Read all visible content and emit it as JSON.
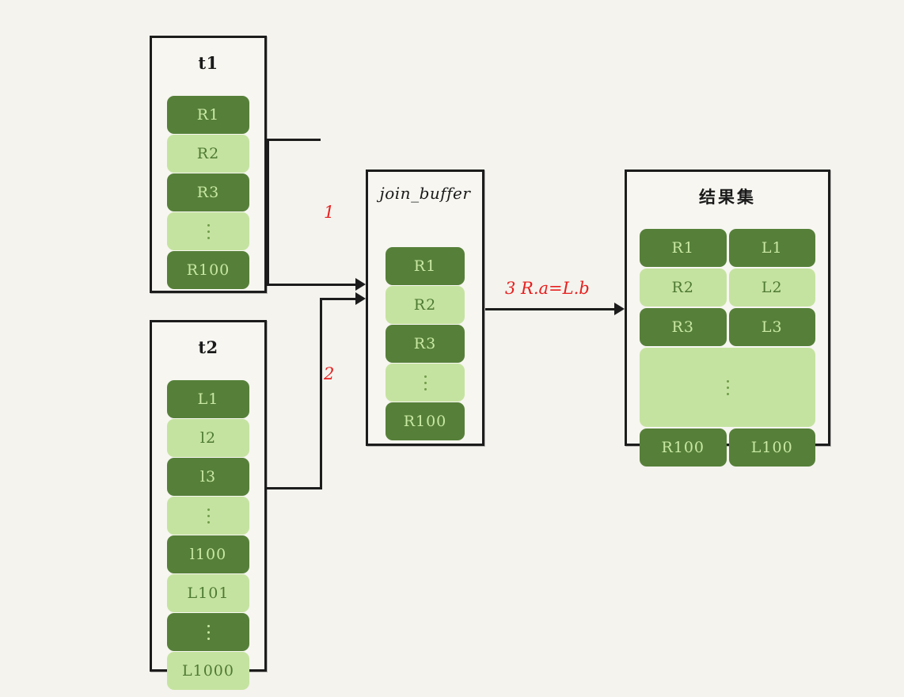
{
  "diagram": {
    "background_color": "#f4f3ee",
    "dark_green": "#568039",
    "light_green": "#c5e3a0",
    "annotation_color": "#e8201f",
    "boxes": {
      "t1": {
        "title": "t1",
        "rows": [
          {
            "label": "R1",
            "shade": "dark"
          },
          {
            "label": "R2",
            "shade": "light"
          },
          {
            "label": "R3",
            "shade": "dark"
          },
          {
            "label": "⋮",
            "shade": "light"
          },
          {
            "label": "R100",
            "shade": "dark"
          }
        ]
      },
      "t2": {
        "title": "t2",
        "rows": [
          {
            "label": "L1",
            "shade": "dark"
          },
          {
            "label": "l2",
            "shade": "light"
          },
          {
            "label": "l3",
            "shade": "dark"
          },
          {
            "label": "⋮",
            "shade": "light"
          },
          {
            "label": "l100",
            "shade": "dark"
          },
          {
            "label": "L101",
            "shade": "light"
          },
          {
            "label": "⋮",
            "shade": "dark"
          },
          {
            "label": "L1000",
            "shade": "light"
          }
        ]
      },
      "join_buffer": {
        "title": "join_buffer",
        "rows": [
          {
            "label": "R1",
            "shade": "dark"
          },
          {
            "label": "R2",
            "shade": "light"
          },
          {
            "label": "R3",
            "shade": "dark"
          },
          {
            "label": "⋮",
            "shade": "light"
          },
          {
            "label": "R100",
            "shade": "dark"
          }
        ]
      },
      "result_set": {
        "title": "结果集",
        "rows": [
          {
            "left": "R1",
            "right": "L1",
            "shade": "dark",
            "span": false
          },
          {
            "left": "R2",
            "right": "L2",
            "shade": "light",
            "span": false
          },
          {
            "left": "R3",
            "right": "L3",
            "shade": "dark",
            "span": false
          },
          {
            "left": "⋮",
            "right": "",
            "shade": "light",
            "span": true
          },
          {
            "left": "R100",
            "right": "L100",
            "shade": "dark",
            "span": false
          }
        ]
      }
    },
    "annotations": {
      "step1": "1",
      "step2": "2",
      "step3": "3  R.a=L.b"
    }
  }
}
